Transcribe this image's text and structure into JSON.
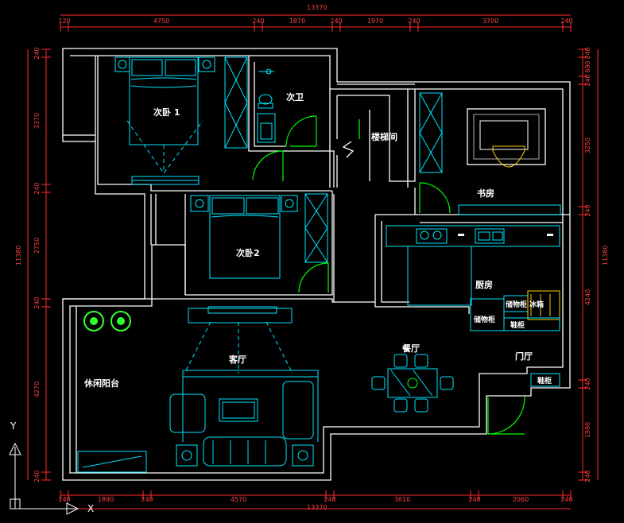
{
  "rooms": {
    "bedroom1": "次卧 1",
    "bathroom": "次卫",
    "stairwell": "楼梯间",
    "study": "书房",
    "bedroom2": "次卧2",
    "kitchen": "厨房",
    "dining": "餐厅",
    "living": "客厅",
    "balcony": "休闲阳台",
    "foyer": "门厅"
  },
  "fixtures": {
    "cabinet_a": "储物柜",
    "cabinet_b": "储物柜",
    "fridge": "冰箱",
    "shoe_cabinet": "鞋柜",
    "bottom_cabinet": "鞋柜"
  },
  "dimensions": {
    "top_total": "13370",
    "top": [
      "120",
      "4750",
      "240",
      "1870",
      "240",
      "1970",
      "240",
      "3700",
      "240"
    ],
    "bottom_total": "13370",
    "bottom": [
      "240",
      "1890",
      "240",
      "4570",
      "240",
      "3610",
      "240",
      "2060",
      "240"
    ],
    "left_total": "11380",
    "left": [
      "240",
      "3370",
      "240",
      "2750",
      "240",
      "4270",
      "240"
    ],
    "right_total": "11380",
    "right": [
      "240",
      "690",
      "240",
      "3250",
      "240",
      "4240",
      "240",
      "1990",
      "240"
    ]
  },
  "axis": {
    "y_label": "Y",
    "x_label": "X"
  },
  "colors": {
    "walls": "#ffffff",
    "furniture": "#00e5ff",
    "dimension_lines": "#ff2a2a",
    "doors": "#00ff00",
    "background": "#000000"
  }
}
